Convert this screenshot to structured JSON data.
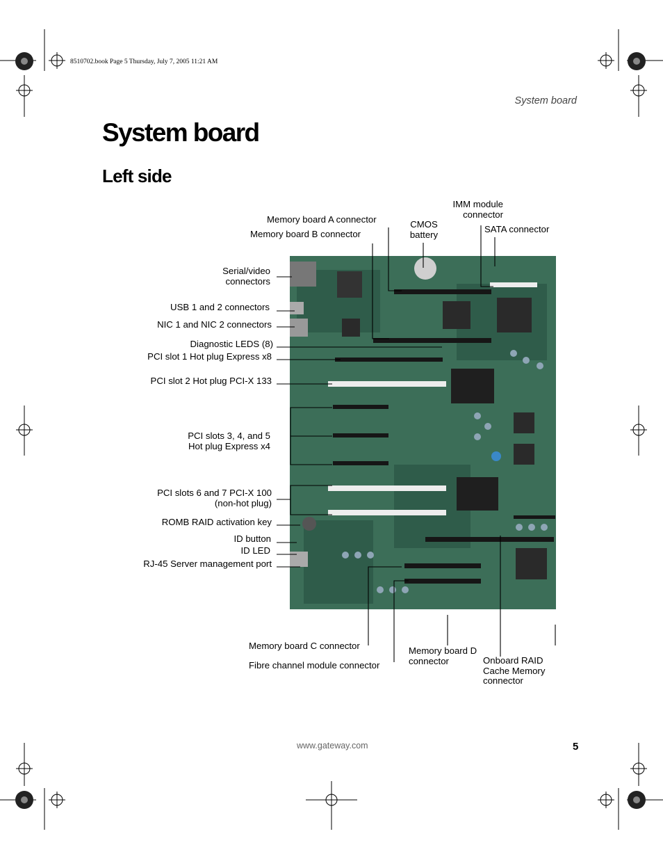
{
  "slug": "8510702.book  Page 5  Thursday, July 7, 2005  11:21 AM",
  "running_head": "System board",
  "title": "System board",
  "subtitle": "Left side",
  "callouts": {
    "memory_board_a": "Memory board A connector",
    "memory_board_b": "Memory board B connector",
    "cmos": [
      "CMOS",
      "battery"
    ],
    "imm": [
      "IMM module",
      "connector"
    ],
    "sata": "SATA connector",
    "serial_video": [
      "Serial/video",
      "connectors"
    ],
    "usb": "USB 1 and 2 connectors",
    "nic": "NIC 1 and NIC 2 connectors",
    "diag": "Diagnostic LEDS (8)",
    "pci1": "PCI slot 1 Hot plug Express x8",
    "pci2": "PCI slot 2 Hot plug PCI-X 133",
    "pci345": [
      "PCI slots 3, 4, and 5",
      "Hot plug Express x4"
    ],
    "pci67": [
      "PCI slots 6 and 7 PCI-X 100",
      "(non-hot plug)"
    ],
    "romb": "ROMB RAID activation key",
    "id_button": "ID button",
    "id_led": "ID LED",
    "rj45": "RJ-45 Server management port",
    "memory_board_c": "Memory board C connector",
    "fibre": "Fibre channel module connector",
    "memory_board_d": [
      "Memory board D",
      "connector"
    ],
    "raid_cache": [
      "Onboard RAID",
      "Cache Memory",
      "connector"
    ]
  },
  "footer": {
    "url": "www.gateway.com",
    "page_number": "5"
  },
  "colors": {
    "board_green": "#3c6e58",
    "board_dark": "#23453a",
    "slot_black": "#161616",
    "slot_white": "#ededed"
  }
}
